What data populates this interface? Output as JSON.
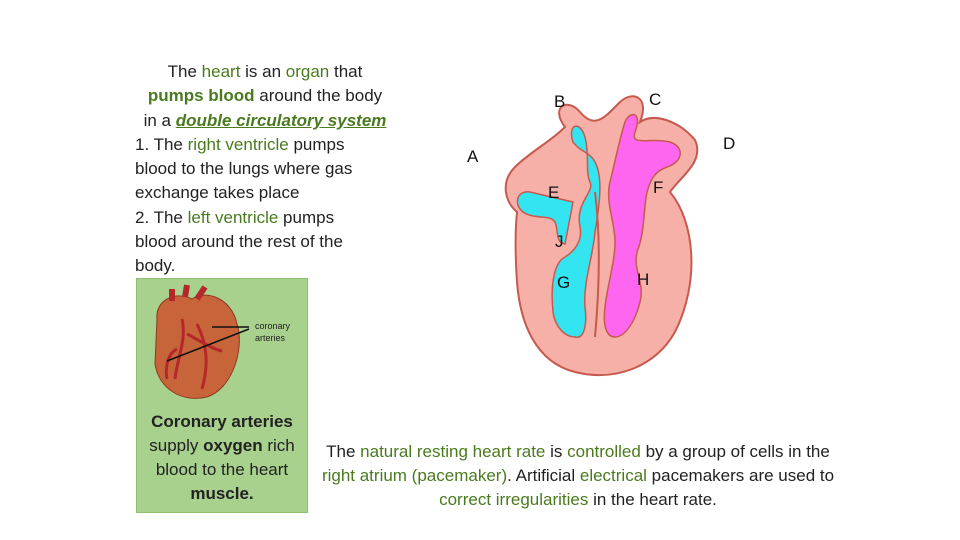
{
  "intro": {
    "line1": {
      "pre": "The ",
      "heart": "heart",
      "mid": " is an ",
      "organ": "organ",
      "post": " that"
    },
    "line2": {
      "pumps_blood": "pumps blood",
      "post": " around the body"
    },
    "line3": {
      "pre": "in a ",
      "system": "double circulatory system"
    },
    "point1": {
      "pre": "1. The ",
      "right_ventricle": "right ventricle",
      "post": " pumps blood to the lungs where gas exchange takes place"
    },
    "point2": {
      "pre": "2. The ",
      "left_ventricle": "left ventricle",
      "post": " pumps blood around the rest of the body."
    }
  },
  "coronary": {
    "image_label_line1": "coronary",
    "image_label_line2": "arteries",
    "caption": {
      "title": "Coronary arteries",
      "pre": " supply ",
      "oxygen": "oxygen",
      "mid": " rich blood to the heart ",
      "muscle": "muscle."
    },
    "colors": {
      "box": "#a9d18e",
      "heart": "#c8643a",
      "arteries": "#b5282a"
    }
  },
  "heart_diagram": {
    "labels": {
      "A": "A",
      "B": "B",
      "C": "C",
      "D": "D",
      "E": "E",
      "F": "F",
      "G": "G",
      "H": "H",
      "J": "J"
    },
    "colors": {
      "wall": "#f7b0a8",
      "right_side": "#33e5f0",
      "left_side": "#ff66f0",
      "outline": "#c55a4f"
    }
  },
  "rate": {
    "pre": "The ",
    "natural": "natural resting heart rate",
    "is": " is ",
    "controlled": "controlled",
    "by": " by a group of cells in the ",
    "atrium": "right atrium (pacemaker)",
    "artificial": ". Artificial ",
    "electrical": "electrical",
    "used": " pacemakers are used to ",
    "correct": "correct irregularities",
    "end": " in the heart rate."
  }
}
